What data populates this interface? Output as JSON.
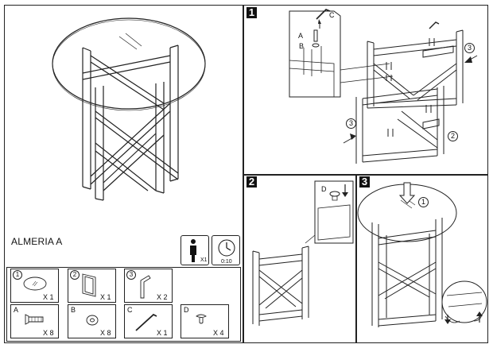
{
  "product": {
    "name": "ALMERIA A"
  },
  "header_icons": {
    "person": {
      "icon": "person-icon",
      "count": "X1"
    },
    "clock": {
      "icon": "clock-icon",
      "time": "0:10"
    }
  },
  "parts": [
    {
      "id": "1",
      "icon": "glass-top-icon",
      "qty": "X 1"
    },
    {
      "id": "2",
      "icon": "frame-icon",
      "qty": "X 1"
    },
    {
      "id": "3",
      "icon": "bracket-icon",
      "qty": "X 2"
    },
    {
      "id": "A",
      "icon": "bolt-icon",
      "qty": "X 8"
    },
    {
      "id": "B",
      "icon": "washer-icon",
      "qty": "X 8"
    },
    {
      "id": "C",
      "icon": "allen-key-icon",
      "qty": "X 1"
    },
    {
      "id": "D",
      "icon": "suction-pad-icon",
      "qty": "X 4"
    }
  ],
  "steps": [
    {
      "number": "1",
      "callouts": [
        "A",
        "B",
        "C",
        "3",
        "2",
        "3"
      ]
    },
    {
      "number": "2",
      "callouts": [
        "D"
      ]
    },
    {
      "number": "3",
      "callouts": [
        "1"
      ]
    }
  ]
}
